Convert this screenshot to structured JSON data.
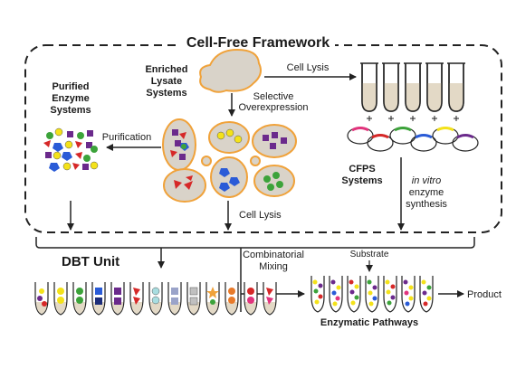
{
  "title": "Cell-Free Framework",
  "labels": {
    "enriched": [
      "Enriched",
      "Lysate",
      "Systems"
    ],
    "cell_lysis_top": "Cell Lysis",
    "selective": [
      "Selective",
      "Overexpression"
    ],
    "purified": [
      "Purified",
      "Enzyme",
      "Systems"
    ],
    "purification": "Purification",
    "cfps": [
      "CFPS",
      "Systems"
    ],
    "invitro_italic": "in vitro",
    "invitro_rest": [
      "enzyme",
      "synthesis"
    ],
    "cell_lysis_mid": "Cell Lysis",
    "dbt": "DBT Unit",
    "combinatorial": [
      "Combinatorial",
      "Mixing"
    ],
    "substrate": "Substrate",
    "product": "Product",
    "pathways": "Enzymatic Pathways"
  },
  "colors": {
    "cell_fill": "#d9d3c9",
    "cell_stroke": "#f0a23a",
    "lysate": "#e3d9c6",
    "red": "#d62828",
    "blue": "#2a5bd7",
    "purple": "#6b2a8c",
    "yellow": "#f4e21a",
    "green": "#3ca33a",
    "pink": "#e2347d",
    "dark_blue": "#1d2d7a"
  },
  "icons": [
    "dashed-frame",
    "bracket",
    "arrow",
    "cell",
    "tube",
    "plasmid"
  ]
}
